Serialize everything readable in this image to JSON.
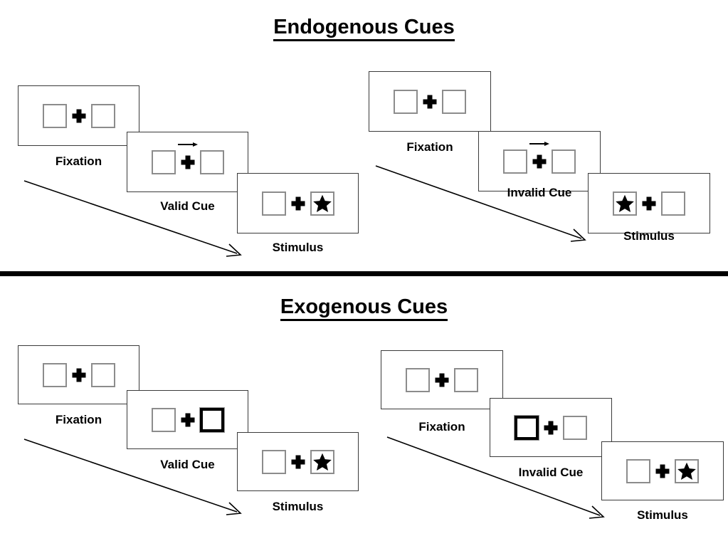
{
  "figure": {
    "sections": [
      {
        "id": "endogenous",
        "title": "Endogenous Cues",
        "sequences": [
          {
            "id": "endogenous-valid",
            "cue_type": "valid",
            "frames": [
              {
                "label": "Fixation",
                "left_box": "empty",
                "right_box": "empty",
                "cue": "none",
                "cued_side": "none"
              },
              {
                "label": "Valid Cue",
                "left_box": "empty",
                "right_box": "empty",
                "cue": "arrow-right",
                "cued_side": "right"
              },
              {
                "label": "Stimulus",
                "left_box": "empty",
                "right_box": "star",
                "cue": "none",
                "cued_side": "none"
              }
            ]
          },
          {
            "id": "endogenous-invalid",
            "cue_type": "invalid",
            "frames": [
              {
                "label": "Fixation",
                "left_box": "empty",
                "right_box": "empty",
                "cue": "none",
                "cued_side": "none"
              },
              {
                "label": "Invalid Cue",
                "left_box": "empty",
                "right_box": "empty",
                "cue": "arrow-right",
                "cued_side": "right"
              },
              {
                "label": "Stimulus",
                "left_box": "star",
                "right_box": "empty",
                "cue": "none",
                "cued_side": "none"
              }
            ]
          }
        ]
      },
      {
        "id": "exogenous",
        "title": "Exogenous Cues",
        "sequences": [
          {
            "id": "exogenous-valid",
            "cue_type": "valid",
            "frames": [
              {
                "label": "Fixation",
                "left_box": "empty",
                "right_box": "empty",
                "cue": "none",
                "cued_side": "none"
              },
              {
                "label": "Valid Cue",
                "left_box": "empty",
                "right_box": "empty",
                "cue": "box-flash",
                "cued_side": "right"
              },
              {
                "label": "Stimulus",
                "left_box": "empty",
                "right_box": "star",
                "cue": "none",
                "cued_side": "none"
              }
            ]
          },
          {
            "id": "exogenous-invalid",
            "cue_type": "invalid",
            "frames": [
              {
                "label": "Fixation",
                "left_box": "empty",
                "right_box": "empty",
                "cue": "none",
                "cued_side": "none"
              },
              {
                "label": "Invalid Cue",
                "left_box": "empty",
                "right_box": "empty",
                "cue": "box-flash",
                "cued_side": "left"
              },
              {
                "label": "Stimulus",
                "left_box": "empty",
                "right_box": "star",
                "cue": "none",
                "cued_side": "none"
              }
            ]
          }
        ]
      }
    ],
    "icons": {
      "fixation_cross": "plus-icon",
      "endogenous_cue": "arrow-right-icon",
      "exogenous_cue": "highlighted-box-icon",
      "target": "star-icon",
      "time_flow": "diagonal-arrow-icon"
    },
    "colors": {
      "background": "#ffffff",
      "ink": "#000000",
      "panel_border": "#3a3a3a",
      "box_border": "#8c8c8c",
      "cued_box_border": "#000000",
      "divider": "#000000"
    }
  }
}
